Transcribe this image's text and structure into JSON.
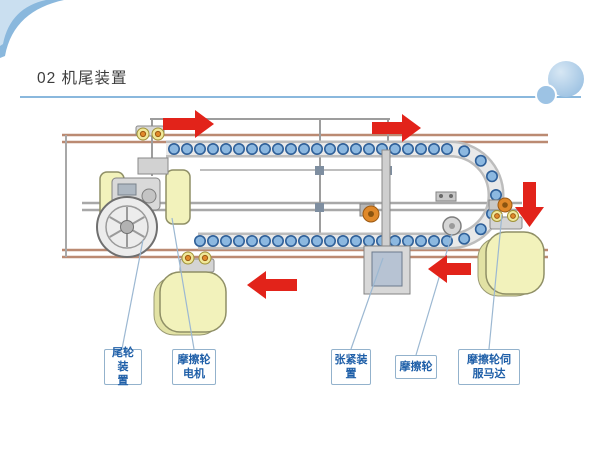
{
  "slide": {
    "title": "02 机尾装置"
  },
  "diagram": {
    "arrows": [
      {
        "name": "flow-arrow-top-left",
        "direction": "right"
      },
      {
        "name": "flow-arrow-top-center",
        "direction": "right"
      },
      {
        "name": "flow-arrow-right-side",
        "direction": "down"
      },
      {
        "name": "flow-arrow-bottom-center",
        "direction": "left"
      },
      {
        "name": "flow-arrow-bottom-right",
        "direction": "left"
      }
    ],
    "labels": [
      {
        "text": "尾轮装\n置"
      },
      {
        "text": "摩擦轮\n电机"
      },
      {
        "text": "张紧装\n置"
      },
      {
        "text": "摩擦轮"
      },
      {
        "text": "摩擦轮伺\n服马达"
      }
    ]
  },
  "colors": {
    "accent_blue": "#2e75b6",
    "divider_blue": "#8ab8dd",
    "arrow_red": "#e2231a",
    "chain_blue": "#8cb8e0",
    "rail_copper": "#bb8a72",
    "part_yellow": "#f2f2bb",
    "label_text_blue": "#1f5fa8"
  }
}
